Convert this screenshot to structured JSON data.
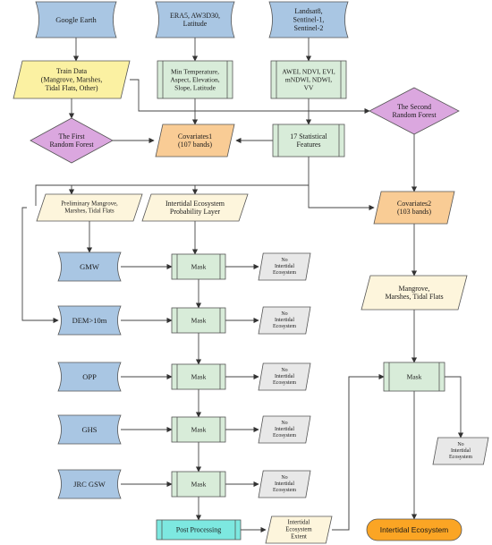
{
  "colors": {
    "blue": "#a9c6e3",
    "yellow": "#fbf1a2",
    "purple": "#dba7df",
    "green": "#d8ecd9",
    "orange": "#f9cc95",
    "cream": "#fdf5dc",
    "gray": "#e8e8e8",
    "cyan": "#7de8e0",
    "orange_term": "#fba524",
    "stroke": "#555555",
    "edge": "#444444"
  },
  "nodes": {
    "google_earth": {
      "lines": [
        "Google Earth"
      ]
    },
    "era5": {
      "lines": [
        "ERA5, AW3D30,",
        "Latitude"
      ]
    },
    "landsat": {
      "lines": [
        "Landsat8,",
        "Sentinel-1,",
        "Sentinel-2"
      ]
    },
    "train_data": {
      "lines": [
        "Train Data",
        "(Mangrove, Marshes,",
        "Tidal Flats, Other)"
      ]
    },
    "min_temp": {
      "lines": [
        "Min Temperature,",
        "Aspect, Elevation,",
        "Slope, Latitude"
      ]
    },
    "indices": {
      "lines": [
        "AWEI, NDVI, EVI,",
        "mNDWI, NDWI,",
        "VV"
      ]
    },
    "rf1": {
      "lines": [
        "The First",
        "Random Forest"
      ]
    },
    "rf2": {
      "lines": [
        "The Second",
        "Random Forest"
      ]
    },
    "covariates1": {
      "lines": [
        "Covariates1",
        "(107 bands)"
      ]
    },
    "stat_features": {
      "lines": [
        "17 Statistical",
        "Features"
      ]
    },
    "prelim": {
      "lines": [
        "Preliminary Mangrove,",
        "Marshes, Tidal Flats"
      ]
    },
    "prob_layer": {
      "lines": [
        "Intertidal Ecosystem",
        "Probability Layer"
      ]
    },
    "covariates2": {
      "lines": [
        "Covariates2",
        "(103 bands)"
      ]
    },
    "gmw": {
      "lines": [
        "GMW"
      ]
    },
    "dem": {
      "lines": [
        "DEM>10m"
      ]
    },
    "opp": {
      "lines": [
        "OPP"
      ]
    },
    "ghs": {
      "lines": [
        "GHS"
      ]
    },
    "jrc": {
      "lines": [
        "JRC GSW"
      ]
    },
    "mask1": {
      "lines": [
        "Mask"
      ]
    },
    "mask2": {
      "lines": [
        "Mask"
      ]
    },
    "mask3": {
      "lines": [
        "Mask"
      ]
    },
    "mask4": {
      "lines": [
        "Mask"
      ]
    },
    "mask5": {
      "lines": [
        "Mask"
      ]
    },
    "mask6": {
      "lines": [
        "Mask"
      ]
    },
    "no1": {
      "lines": [
        "No",
        "Intertidal",
        "Ecosystem"
      ]
    },
    "no2": {
      "lines": [
        "No",
        "Intertidal",
        "Ecosystem"
      ]
    },
    "no3": {
      "lines": [
        "No",
        "Intertidal",
        "Ecosystem"
      ]
    },
    "no4": {
      "lines": [
        "No",
        "Intertidal",
        "Ecosystem"
      ]
    },
    "no5": {
      "lines": [
        "No",
        "Intertidal",
        "Ecosystem"
      ]
    },
    "no6": {
      "lines": [
        "No",
        "Intertidal",
        "Ecosystem"
      ]
    },
    "mangrove_final": {
      "lines": [
        "Mangrove,",
        "Marshes, Tidal Flats"
      ]
    },
    "post_processing": {
      "lines": [
        "Post Processing"
      ]
    },
    "extent": {
      "lines": [
        "Intertidal",
        "Ecosystem",
        "Extent"
      ]
    },
    "intertidal_ecosystem": {
      "lines": [
        "Intertidal Ecosystem"
      ]
    }
  }
}
